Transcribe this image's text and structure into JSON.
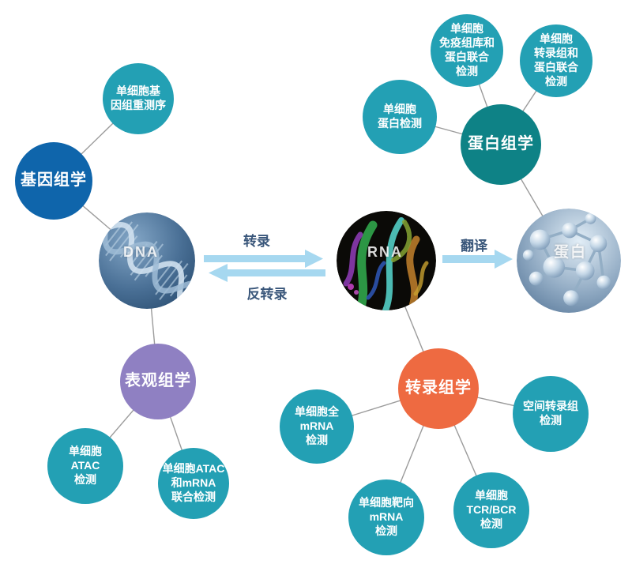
{
  "hubs": {
    "genomics": {
      "label": "基因组学"
    },
    "epigenomics": {
      "label": "表观组学"
    },
    "transcriptomics": {
      "label": "转录组学"
    },
    "proteomics": {
      "label": "蛋白组学"
    }
  },
  "satellites": {
    "sc_genome_reseq": {
      "label": "单细胞基\n因组重测序"
    },
    "sc_atac": {
      "label": "单细胞\nATAC\n检测"
    },
    "sc_atac_mrna": {
      "label": "单细胞ATAC\n和mRNA\n联合检测"
    },
    "sc_full_mrna": {
      "label": "单细胞全\nmRNA\n检测"
    },
    "spatial_transcriptome": {
      "label": "空间转录组\n检测"
    },
    "sc_targeted_mrna": {
      "label": "单细胞靶向\nmRNA\n检测"
    },
    "sc_tcr_bcr": {
      "label": "单细胞\nTCR/BCR\n检测"
    },
    "sc_protein": {
      "label": "单细胞\n蛋白检测"
    },
    "sc_immune_protein": {
      "label": "单细胞\n免疫组库和\n蛋白联合\n检测"
    },
    "sc_transcriptome_protein": {
      "label": "单细胞\n转录组和\n蛋白联合\n检测"
    }
  },
  "molecules": {
    "dna": {
      "label": "DNA"
    },
    "rna": {
      "label": "RNA"
    },
    "protein": {
      "label": "蛋白"
    }
  },
  "arrows": {
    "transcription": {
      "label": "转录"
    },
    "reverse_transcription": {
      "label": "反转录"
    },
    "translation": {
      "label": "翻译"
    }
  },
  "colors": {
    "genomics_blue": "#0f65ab",
    "satellite_teal": "#23a0b4",
    "proteomics_teal": "#0e8286",
    "epigenomics_purple": "#8f80c2",
    "transcriptomics_orange": "#ee6a41",
    "arrow_light_blue": "#a6d8f0",
    "connector_gray": "#9b9b9b",
    "arrow_label_text": "#39567a"
  }
}
